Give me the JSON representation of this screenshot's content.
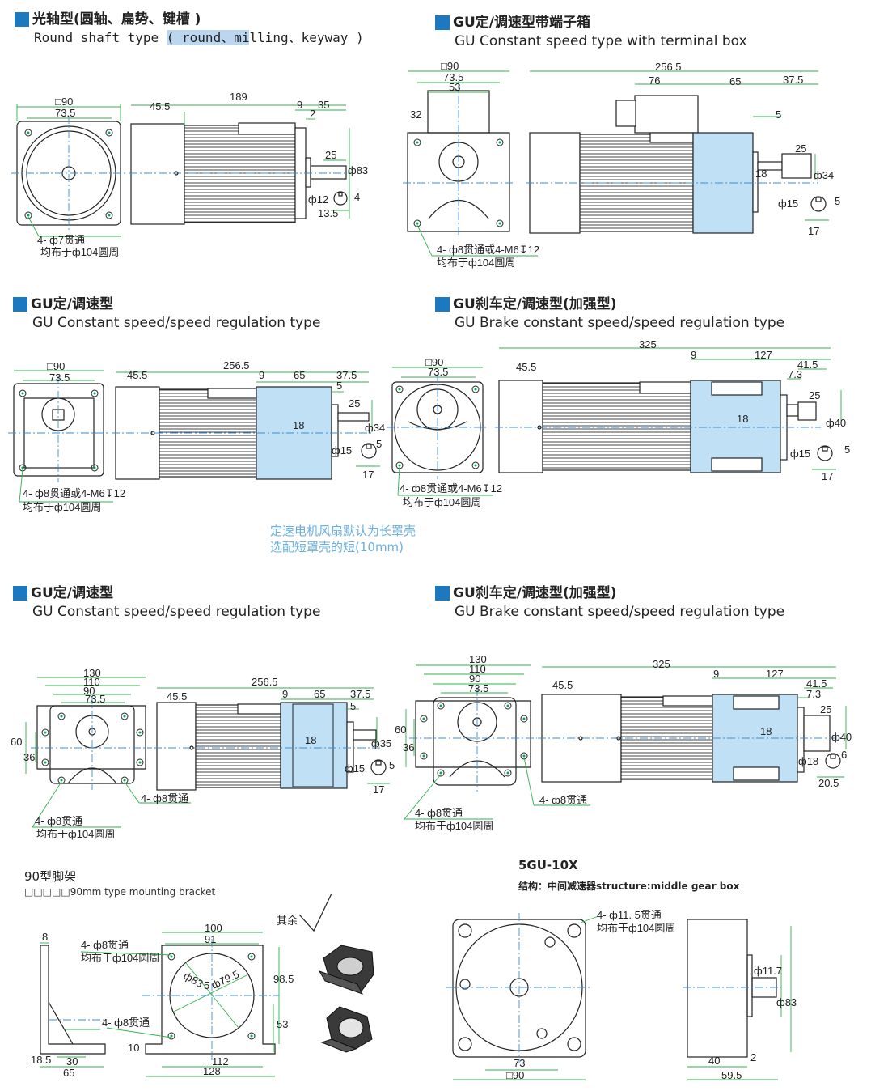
{
  "sections": [
    {
      "id": "s1",
      "title": "光轴型(圆轴、扁势、键槽 )",
      "subtitle_pre": "Round shaft type ",
      "subtitle_hl": "( round、mi",
      "subtitle_post": "lling、keyway )"
    },
    {
      "id": "s2",
      "title": "GU定/调速型带端子箱",
      "subtitle": "GU Constant speed type with terminal box"
    },
    {
      "id": "s3",
      "title": "GU定/调速型",
      "subtitle": "GU Constant speed/speed regulation type"
    },
    {
      "id": "s4",
      "title": "GU刹车定/调速型(加强型)",
      "subtitle": "GU Brake constant speed/speed regulation type"
    },
    {
      "id": "s5",
      "title": "GU定/调速型",
      "subtitle": "GU Constant speed/speed regulation type"
    },
    {
      "id": "s6",
      "title": "GU刹车定/调速型(加强型)",
      "subtitle": "GU Brake constant speed/speed regulation type"
    }
  ],
  "note": {
    "line1": "定速电机风扇默认为长罩壳",
    "line2": "选配短罩壳的短(10mm)"
  },
  "bracket": {
    "title": "90型脚架",
    "subtitle": "□□□□□90mm type mounting bracket",
    "finish": "其余"
  },
  "gearbox": {
    "title": "5GU-10X",
    "subtitle": "结构：中间减速器structure:middle gear box"
  },
  "dims": {
    "d1": {
      "sq90": "□90",
      "w735": "73.5",
      "len": "189",
      "fan": "45.5",
      "f9": "9",
      "f35": "35",
      "f2": "2",
      "key": "25",
      "dia83": "ф83",
      "sh12": "ф12",
      "sh4": "4",
      "sh135": "13.5",
      "hole1": "4- ф7贯通",
      "hole2": "均布于ф104圆周"
    },
    "d2": {
      "sq90": "□90",
      "w735": "73.5",
      "w53": "53",
      "h32": "32",
      "len": "256.5",
      "t76": "76",
      "g65": "65",
      "g375": "37.5",
      "g5": "5",
      "k25": "25",
      "k18": "18",
      "dia34": "ф34",
      "sh15": "ф15",
      "sh5": "5",
      "sh17": "17",
      "hole1": "4- ф8贯通或4-M6↧12",
      "hole2": "均布于ф104圆周"
    },
    "d3": {
      "sq90": "□90",
      "w735": "73.5",
      "len": "256.5",
      "fan": "45.5",
      "f9": "9",
      "g65": "65",
      "g375": "37.5",
      "g5": "5",
      "k25": "25",
      "k18": "18",
      "dia34": "ф34",
      "sh15": "ф15",
      "sh5": "5",
      "sh17": "17",
      "hole1": "4- ф8贯通或4-M6↧12",
      "hole2": "均布于ф104圆周"
    },
    "d4": {
      "sq90": "□90",
      "w735": "73.5",
      "len": "325",
      "fan": "45.5",
      "f9": "9",
      "g127": "127",
      "g415": "41.5",
      "g73": "7.3",
      "k25": "25",
      "k18": "18",
      "dia40": "ф40",
      "sh15": "ф15",
      "sh5": "5",
      "sh17": "17",
      "hole1": "4- ф8贯通或4-M6↧12",
      "hole2": "均布于ф104圆周"
    },
    "d5": {
      "w130": "130",
      "w110": "110",
      "w90": "90",
      "w735": "73.5",
      "h60": "60",
      "h36": "36",
      "len": "256.5",
      "fan": "45.5",
      "f9": "9",
      "g65": "65",
      "g375": "37.5",
      "g5": "5",
      "k18": "18",
      "dia35": "ф35",
      "sh15": "ф15",
      "sh5": "5",
      "sh17": "17",
      "hole1": "4- ф8贯通",
      "hole2": "均布于ф104圆周",
      "hole3": "4- ф8贯通"
    },
    "d6": {
      "w130": "130",
      "w110": "110",
      "w90": "90",
      "w735": "73.5",
      "h60": "60",
      "h36": "36",
      "len": "325",
      "fan": "45.5",
      "f9": "9",
      "g127": "127",
      "g415": "41.5",
      "g73": "7.3",
      "k25": "25",
      "k18": "18",
      "dia40": "ф40",
      "sh18": "ф18",
      "sh6": "6",
      "sh205": "20.5",
      "hole1": "4- ф8贯通",
      "hole2": "均布于ф104圆周",
      "hole3": "4- ф8贯通"
    },
    "br": {
      "t8": "8",
      "h1": "4- ф8贯通",
      "h2": "均布于ф104圆周",
      "h3": "4- ф8贯通",
      "w100": "100",
      "w91": "91",
      "d83": "ф83",
      "d5": "5",
      "d795": "ф79.5",
      "h985": "98.5",
      "h53": "53",
      "b10": "10",
      "b112": "112",
      "b128": "128",
      "b185": "18.5",
      "b30": "30",
      "b65": "65"
    },
    "gb": {
      "hole1": "4- ф11. 5贯通",
      "hole2": "均布于ф104圆周",
      "w73": "73",
      "sq90": "□90",
      "d117": "ф11.7",
      "d83": "ф83",
      "w40": "40",
      "w2": "2",
      "w595": "59.5"
    }
  }
}
